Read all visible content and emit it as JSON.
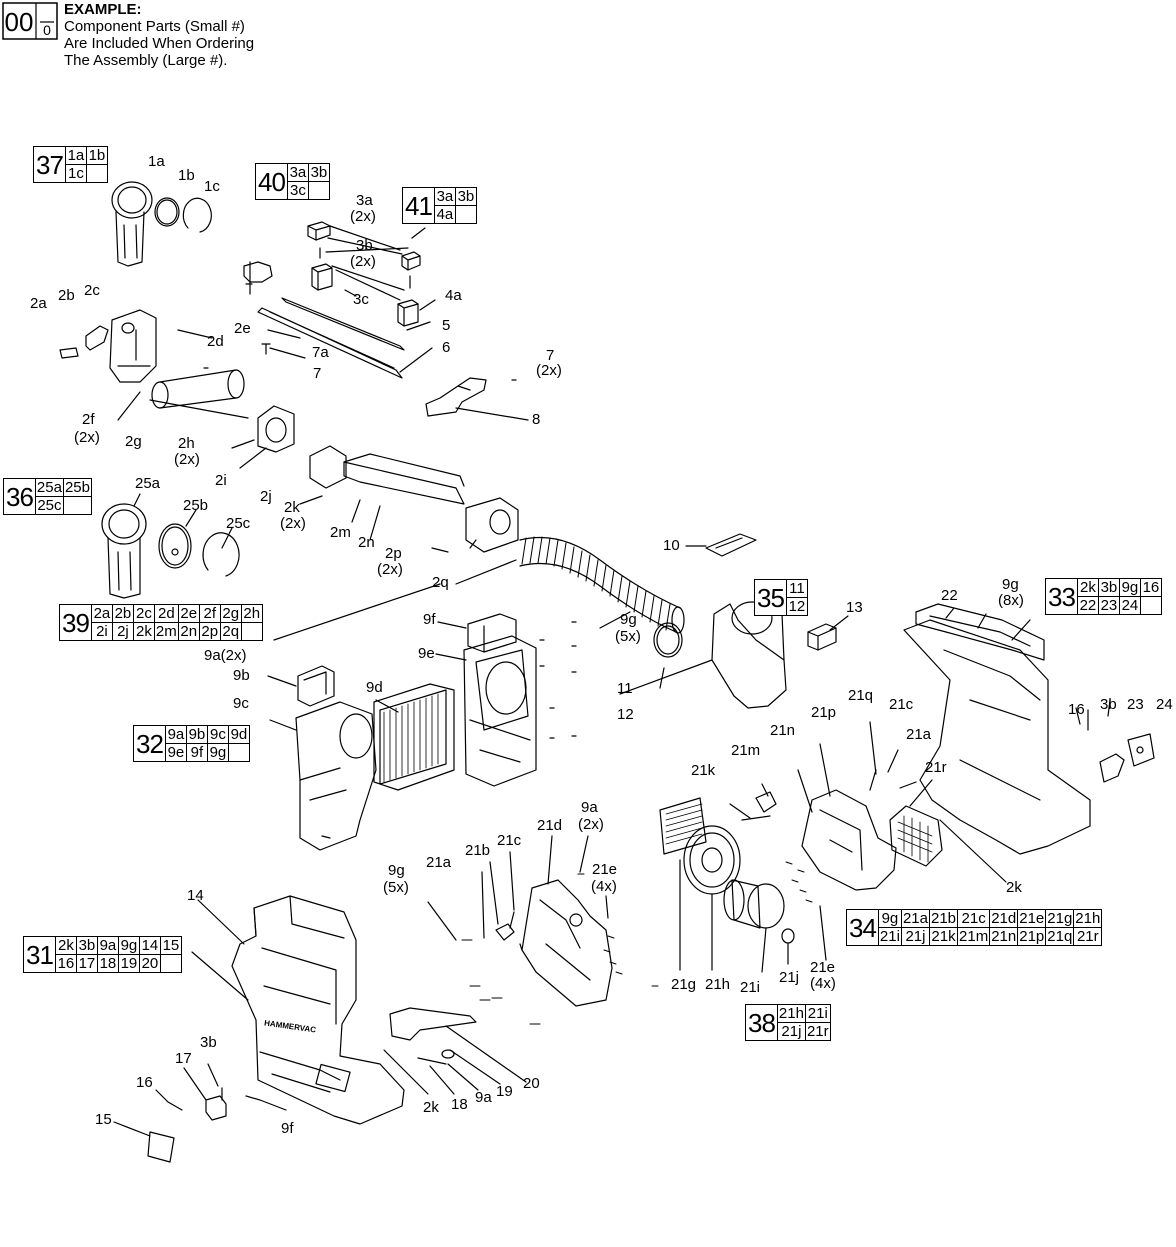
{
  "example": {
    "assembly": "00",
    "component": "0",
    "heading": "EXAMPLE:",
    "lines": [
      "Component Parts (Small #)",
      "Are Included When Ordering",
      "The Assembly (Large #)."
    ]
  },
  "kit_tables": [
    {
      "id": "37",
      "rows": [
        [
          "1a",
          "1b"
        ],
        [
          "1c",
          ""
        ]
      ]
    },
    {
      "id": "40",
      "rows": [
        [
          "3a",
          "3b"
        ],
        [
          "3c",
          ""
        ]
      ]
    },
    {
      "id": "41",
      "rows": [
        [
          "3a",
          "3b"
        ],
        [
          "4a",
          ""
        ]
      ]
    },
    {
      "id": "36",
      "rows": [
        [
          "25a",
          "25b"
        ],
        [
          "25c",
          ""
        ]
      ]
    },
    {
      "id": "39",
      "rows": [
        [
          "2a",
          "2b",
          "2c",
          "2d",
          "2e",
          "2f",
          "2g",
          "2h"
        ],
        [
          "2i",
          "2j",
          "2k",
          "2m",
          "2n",
          "2p",
          "2q",
          ""
        ]
      ]
    },
    {
      "id": "35",
      "rows": [
        [
          "11"
        ],
        [
          "12"
        ]
      ]
    },
    {
      "id": "33",
      "rows": [
        [
          "2k",
          "3b",
          "9g",
          "16"
        ],
        [
          "22",
          "23",
          "24",
          ""
        ]
      ]
    },
    {
      "id": "32",
      "rows": [
        [
          "9a",
          "9b",
          "9c",
          "9d"
        ],
        [
          "9e",
          "9f",
          "9g",
          ""
        ]
      ]
    },
    {
      "id": "34",
      "rows": [
        [
          "9g",
          "21a",
          "21b",
          "21c",
          "21d",
          "21e",
          "21g",
          "21h"
        ],
        [
          "21i",
          "21j",
          "21k",
          "21m",
          "21n",
          "21p",
          "21q",
          "21r"
        ]
      ]
    },
    {
      "id": "31",
      "rows": [
        [
          "2k",
          "3b",
          "9a",
          "9g",
          "14",
          "15"
        ],
        [
          "16",
          "17",
          "18",
          "19",
          "20",
          ""
        ]
      ]
    },
    {
      "id": "38",
      "rows": [
        [
          "21h",
          "21i"
        ],
        [
          "21j",
          "21r"
        ]
      ]
    }
  ],
  "labels": [
    {
      "t": "1a"
    },
    {
      "t": "1b"
    },
    {
      "t": "1c"
    },
    {
      "t": "3a"
    },
    {
      "t": "(2x)"
    },
    {
      "t": "3b"
    },
    {
      "t": "(2x)"
    },
    {
      "t": "3c"
    },
    {
      "t": "4a"
    },
    {
      "t": "2e"
    },
    {
      "t": "5"
    },
    {
      "t": "6"
    },
    {
      "t": "7a"
    },
    {
      "t": "7"
    },
    {
      "t": "7"
    },
    {
      "t": "(2x)"
    },
    {
      "t": "2a"
    },
    {
      "t": "2b"
    },
    {
      "t": "2c"
    },
    {
      "t": "2d"
    },
    {
      "t": "2f"
    },
    {
      "t": "(2x)"
    },
    {
      "t": "2g"
    },
    {
      "t": "2h"
    },
    {
      "t": "(2x)"
    },
    {
      "t": "2i"
    },
    {
      "t": "8"
    },
    {
      "t": "2j"
    },
    {
      "t": "2k"
    },
    {
      "t": "(2x)"
    },
    {
      "t": "2m"
    },
    {
      "t": "2n"
    },
    {
      "t": "2p"
    },
    {
      "t": "(2x)"
    },
    {
      "t": "2q"
    },
    {
      "t": "25a"
    },
    {
      "t": "25b"
    },
    {
      "t": "25c"
    },
    {
      "t": "10"
    },
    {
      "t": "13"
    },
    {
      "t": "22"
    },
    {
      "t": "9g"
    },
    {
      "t": "(8x)"
    },
    {
      "t": "9f"
    },
    {
      "t": "9e"
    },
    {
      "t": "9g"
    },
    {
      "t": "(5x)"
    },
    {
      "t": "11"
    },
    {
      "t": "12"
    },
    {
      "t": "9a(2x)"
    },
    {
      "t": "9b"
    },
    {
      "t": "9c"
    },
    {
      "t": "9d"
    },
    {
      "t": "21q"
    },
    {
      "t": "21c"
    },
    {
      "t": "21a"
    },
    {
      "t": "21p"
    },
    {
      "t": "21n"
    },
    {
      "t": "21m"
    },
    {
      "t": "21k"
    },
    {
      "t": "21r"
    },
    {
      "t": "16"
    },
    {
      "t": "3b"
    },
    {
      "t": "23"
    },
    {
      "t": "24"
    },
    {
      "t": "2k"
    },
    {
      "t": "9a"
    },
    {
      "t": "(2x)"
    },
    {
      "t": "21d"
    },
    {
      "t": "21c"
    },
    {
      "t": "21b"
    },
    {
      "t": "21a"
    },
    {
      "t": "9g"
    },
    {
      "t": "(5x)"
    },
    {
      "t": "21e"
    },
    {
      "t": "(4x)"
    },
    {
      "t": "21g"
    },
    {
      "t": "21h"
    },
    {
      "t": "21i"
    },
    {
      "t": "21j"
    },
    {
      "t": "21e"
    },
    {
      "t": "(4x)"
    },
    {
      "t": "14"
    },
    {
      "t": "3b"
    },
    {
      "t": "17"
    },
    {
      "t": "16"
    },
    {
      "t": "15"
    },
    {
      "t": "9f"
    },
    {
      "t": "2k"
    },
    {
      "t": "18"
    },
    {
      "t": "9a"
    },
    {
      "t": "19"
    },
    {
      "t": "20"
    }
  ],
  "logo_text": "HAMMERVAC"
}
